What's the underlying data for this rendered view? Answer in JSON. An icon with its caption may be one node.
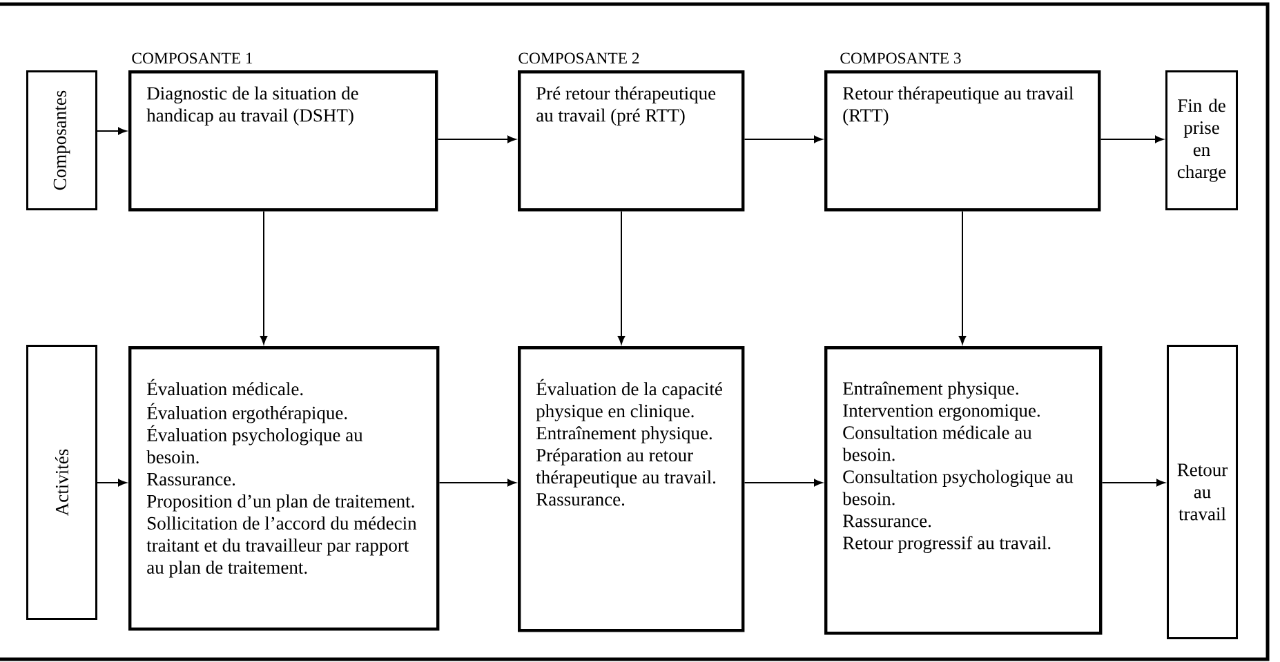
{
  "diagram": {
    "nodes": [
      {
        "text": [
          "Composantes"
        ]
      },
      {
        "text": [
          "COMPOSANTE 1",
          "Diagnostic de la situation de handicap au travail (DSHT)"
        ]
      },
      {
        "text": [
          "COMPOSANTE 2",
          "Pré retour thérapeutique au travail (pré RTT)"
        ]
      },
      {
        "text": [
          "COMPOSANTE 3",
          "Retour thérapeutique au travail (RTT)"
        ]
      },
      {
        "text": [
          "Fin de prise en charge"
        ]
      },
      {
        "text": [
          "Activités"
        ]
      },
      {
        "text": [
          "Évaluation médicale.",
          "Évaluation ergothérapique.",
          "Évaluation psychologique au besoin.",
          "Rassurance.",
          "Proposition d’un plan de traitement.",
          "Sollicitation de l’accord du médecin traitant et du travailleur par rapport au plan de traitement."
        ]
      },
      {
        "text": [
          "Évaluation de la capacité physique en clinique.",
          "Entraînement physique.",
          "Préparation au retour thérapeutique au travail.",
          "Rassurance."
        ]
      },
      {
        "text": [
          "Entraînement physique.",
          "Intervention ergonomique.",
          "Consultation médicale au besoin.",
          "Consultation psychologique au besoin.",
          "Rassurance.",
          "Retour progressif au travail."
        ]
      },
      {
        "text": [
          "Retour au travail"
        ]
      }
    ],
    "edges": [
      {
        "from": 0,
        "to": 1,
        "arrow": "to"
      },
      {
        "from": 1,
        "to": 2,
        "arrow": "to"
      },
      {
        "from": 2,
        "to": 3,
        "arrow": "to"
      },
      {
        "from": 3,
        "to": 4,
        "arrow": "to"
      },
      {
        "from": 1,
        "to": 6,
        "arrow": "to"
      },
      {
        "from": 2,
        "to": 7,
        "arrow": "to"
      },
      {
        "from": 3,
        "to": 8,
        "arrow": "to"
      },
      {
        "from": 5,
        "to": 6,
        "arrow": "to"
      },
      {
        "from": 6,
        "to": 7,
        "arrow": "to"
      },
      {
        "from": 7,
        "to": 8,
        "arrow": "to"
      },
      {
        "from": 8,
        "to": 9,
        "arrow": "to"
      }
    ]
  }
}
